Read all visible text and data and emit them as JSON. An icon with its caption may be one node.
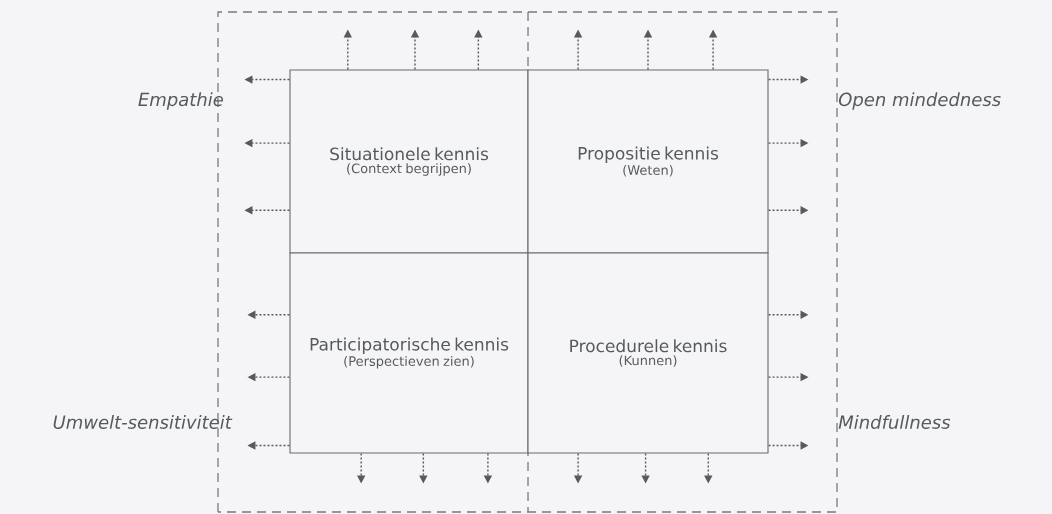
{
  "diagram": {
    "nodes": [
      {
        "text": [
          "Situationele kennis",
          "(Context begrijpen)"
        ]
      },
      {
        "text": [
          "Propositie kennis",
          "(Weten)"
        ]
      },
      {
        "text": [
          "Participatorische kennis",
          "(Perspectieven zien)"
        ]
      },
      {
        "text": [
          "Procedurele kennis",
          "(Kunnen)"
        ]
      }
    ],
    "edges": [
      {
        "from": 0,
        "to": null,
        "arrow": "to"
      },
      {
        "from": 0,
        "to": null,
        "arrow": "to"
      },
      {
        "from": 0,
        "to": null,
        "arrow": "to"
      },
      {
        "from": 1,
        "to": null,
        "arrow": "to"
      },
      {
        "from": 1,
        "to": null,
        "arrow": "to"
      },
      {
        "from": 1,
        "to": null,
        "arrow": "to"
      },
      {
        "from": 0,
        "to": null,
        "arrow": "to"
      },
      {
        "from": 0,
        "to": null,
        "arrow": "to"
      },
      {
        "from": 0,
        "to": null,
        "arrow": "to"
      },
      {
        "from": 1,
        "to": null,
        "arrow": "to"
      },
      {
        "from": 1,
        "to": null,
        "arrow": "to"
      },
      {
        "from": 1,
        "to": null,
        "arrow": "to"
      },
      {
        "from": 2,
        "to": null,
        "arrow": "to"
      },
      {
        "from": 2,
        "to": null,
        "arrow": "to"
      },
      {
        "from": 2,
        "to": null,
        "arrow": "to"
      },
      {
        "from": 3,
        "to": null,
        "arrow": "to"
      },
      {
        "from": 3,
        "to": null,
        "arrow": "to"
      },
      {
        "from": 3,
        "to": null,
        "arrow": "to"
      },
      {
        "from": 2,
        "to": null,
        "arrow": "to"
      },
      {
        "from": 2,
        "to": null,
        "arrow": "to"
      },
      {
        "from": 2,
        "to": null,
        "arrow": "to"
      },
      {
        "from": 3,
        "to": null,
        "arrow": "to"
      },
      {
        "from": 3,
        "to": null,
        "arrow": "to"
      },
      {
        "from": 3,
        "to": null,
        "arrow": "to"
      }
    ],
    "labels": [
      "Empathie",
      "Open mindedness",
      "Umwelt-sensitiviteit",
      "Mindfullness"
    ]
  }
}
